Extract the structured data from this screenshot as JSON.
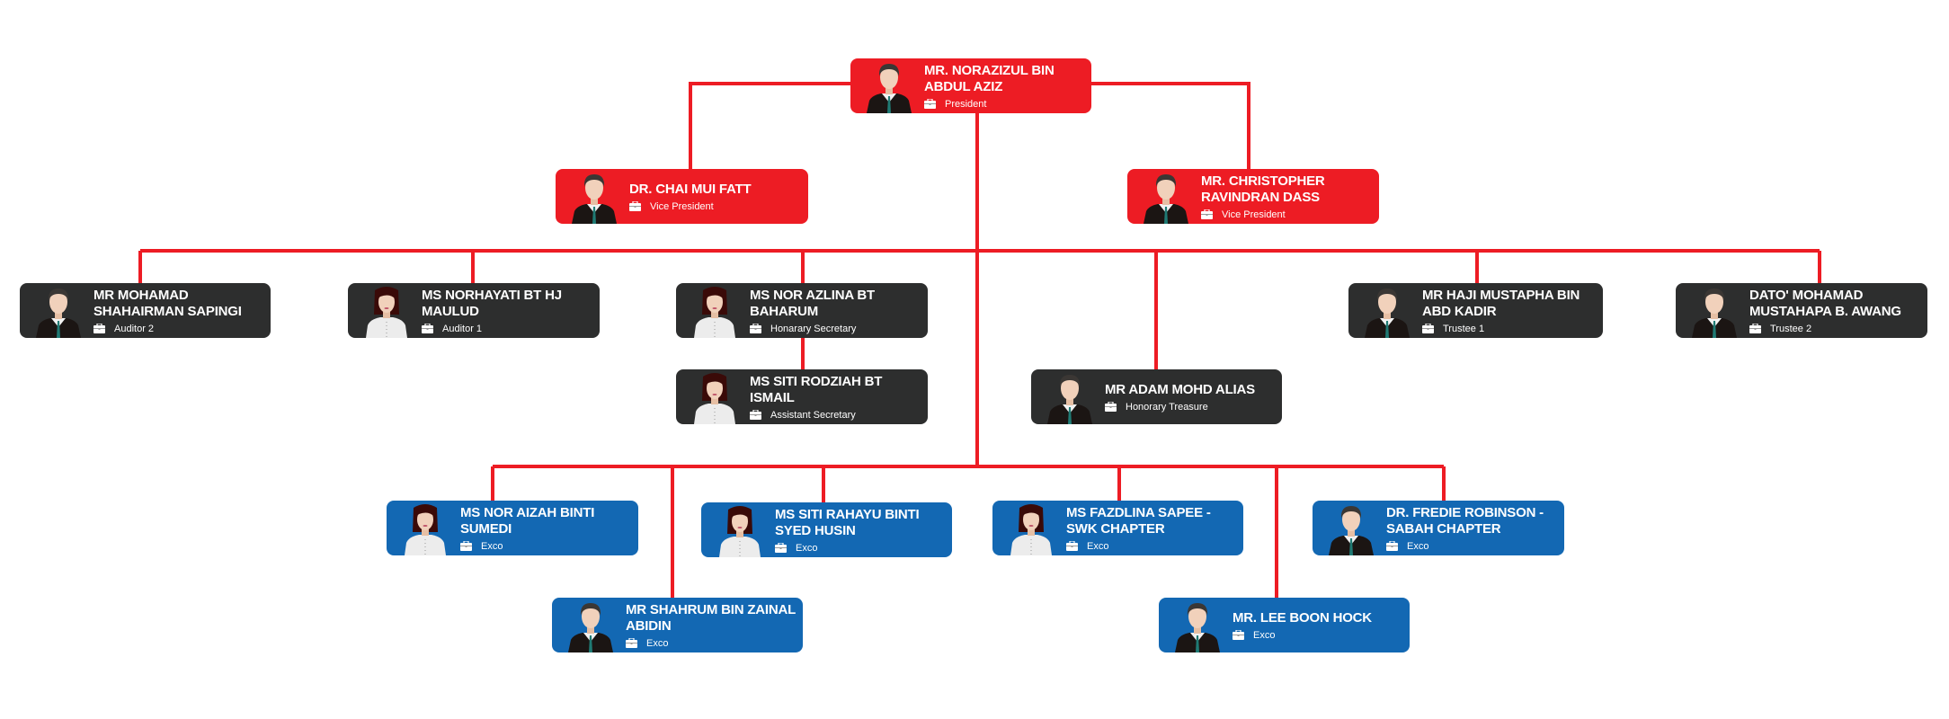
{
  "colors": {
    "president": "#ED1C24",
    "committee": "#2D2E2E",
    "exco": "#1368B3",
    "connector": "#ED1C24"
  },
  "nodes": [
    {
      "id": "president",
      "name": "MR. NORAZIZUL BIN ABDUL AZIZ",
      "role": "President",
      "color": "red",
      "gender": "male"
    },
    {
      "id": "vp1",
      "name": "DR. CHAI MUI FATT",
      "role": "Vice President",
      "color": "red",
      "gender": "male"
    },
    {
      "id": "vp2",
      "name": "MR. CHRISTOPHER RAVINDRAN DASS",
      "role": "Vice President",
      "color": "red",
      "gender": "male"
    },
    {
      "id": "auditor2",
      "name": "MR MOHAMAD SHAHAIRMAN SAPINGI",
      "role": "Auditor 2",
      "color": "dark",
      "gender": "male"
    },
    {
      "id": "auditor1",
      "name": "MS NORHAYATI BT HJ MAULUD",
      "role": "Auditor 1",
      "color": "dark",
      "gender": "female"
    },
    {
      "id": "hon-sec",
      "name": "MS NOR AZLINA BT BAHARUM",
      "role": "Honarary Secretary",
      "color": "dark",
      "gender": "female"
    },
    {
      "id": "trustee1",
      "name": "MR HAJI MUSTAPHA BIN ABD KADIR",
      "role": "Trustee 1",
      "color": "dark",
      "gender": "male"
    },
    {
      "id": "trustee2",
      "name": "DATO' MOHAMAD MUSTAHAPA B. AWANG",
      "role": "Trustee 2",
      "color": "dark",
      "gender": "male"
    },
    {
      "id": "asst-sec",
      "name": "MS SITI RODZIAH BT ISMAIL",
      "role": "Assistant Secretary",
      "color": "dark",
      "gender": "female"
    },
    {
      "id": "treasurer",
      "name": "MR ADAM MOHD ALIAS",
      "role": "Honorary Treasure",
      "color": "dark",
      "gender": "male"
    },
    {
      "id": "exco1",
      "name": "MS NOR AIZAH BINTI SUMEDI",
      "role": "Exco",
      "color": "blue",
      "gender": "female"
    },
    {
      "id": "exco2",
      "name": "MS SITI RAHAYU BINTI SYED HUSIN",
      "role": "Exco",
      "color": "blue",
      "gender": "female"
    },
    {
      "id": "exco3",
      "name": "MS FAZDLINA SAPEE - SWK CHAPTER",
      "role": "Exco",
      "color": "blue",
      "gender": "female"
    },
    {
      "id": "exco4",
      "name": "DR. FREDIE ROBINSON - SABAH CHAPTER",
      "role": "Exco",
      "color": "blue",
      "gender": "male"
    },
    {
      "id": "exco5",
      "name": "MR SHAHRUM BIN ZAINAL ABIDIN",
      "role": "Exco",
      "color": "blue",
      "gender": "male"
    },
    {
      "id": "exco6",
      "name": "MR. LEE BOON HOCK",
      "role": "Exco",
      "color": "blue",
      "gender": "male"
    }
  ]
}
